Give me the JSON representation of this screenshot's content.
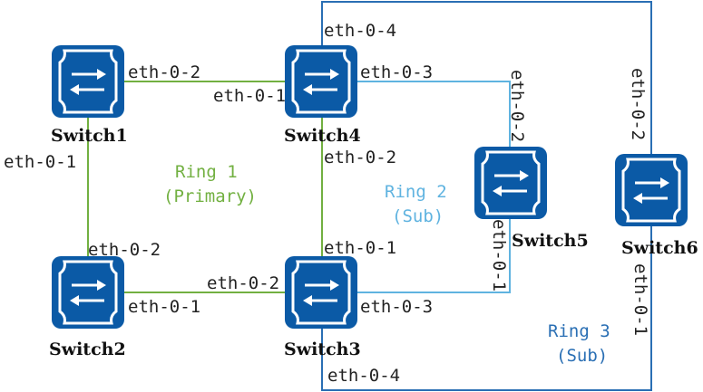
{
  "colors": {
    "primary_ring": "#72b041",
    "sub_ring2": "#5fb3e0",
    "sub_ring3": "#2a6fb4",
    "black_link": "#222222",
    "switch_fill": "#0b5aa6",
    "switch_inner": "#ffffff"
  },
  "switches": [
    {
      "id": "s1",
      "label": "Switch1",
      "icon": "switch-icon"
    },
    {
      "id": "s2",
      "label": "Switch2",
      "icon": "switch-icon"
    },
    {
      "id": "s3",
      "label": "Switch3",
      "icon": "switch-icon"
    },
    {
      "id": "s4",
      "label": "Switch4",
      "icon": "switch-icon"
    },
    {
      "id": "s5",
      "label": "Switch5",
      "icon": "switch-icon"
    },
    {
      "id": "s6",
      "label": "Switch6",
      "icon": "switch-icon"
    }
  ],
  "rings": {
    "ring1": {
      "name": "Ring 1",
      "type": "(Primary)"
    },
    "ring2": {
      "name": "Ring 2",
      "type": "(Sub)"
    },
    "ring3": {
      "name": "Ring 3",
      "type": "(Sub)"
    }
  },
  "ports": {
    "s1_right": "eth-0-2",
    "s1_left": "eth-0-1",
    "s2_top": "eth-0-2",
    "s2_right": "eth-0-1",
    "s4_left": "eth-0-1",
    "s4_top": "eth-0-4",
    "s4_right": "eth-0-3",
    "s4_bottom": "eth-0-2",
    "s3_top": "eth-0-1",
    "s3_left": "eth-0-2",
    "s3_right": "eth-0-3",
    "s3_bottom": "eth-0-4",
    "s5_top": "eth-0-2",
    "s5_bottom": "eth-0-1",
    "s6_top": "eth-0-2",
    "s6_bottom": "eth-0-1"
  }
}
